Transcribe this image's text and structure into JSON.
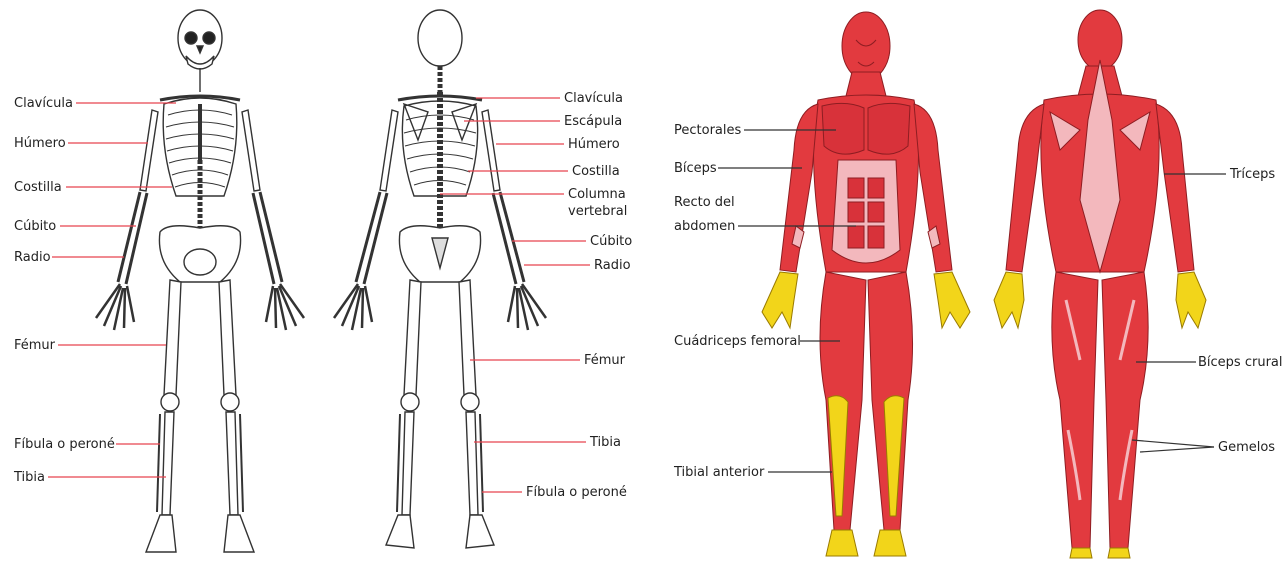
{
  "colors": {
    "leader_line": "#e8434f",
    "muscle": "#e23a3f",
    "muscle_dark": "#b8262c",
    "tendon": "#f3b8bd",
    "yellow": "#f2d51a",
    "bone_stroke": "#333333"
  },
  "skeleton_front": {
    "labels": [
      "Clavícula",
      "Húmero",
      "Costilla",
      "Cúbito",
      "Radio",
      "Fémur",
      "Fíbula o peroné",
      "Tibia"
    ]
  },
  "skeleton_back": {
    "labels": [
      "Clavícula",
      "Escápula",
      "Húmero",
      "Costilla",
      "Columna",
      "vertebral",
      "Cúbito",
      "Radio",
      "Fémur",
      "Tibia",
      "Fíbula o peroné"
    ]
  },
  "muscles_front": {
    "labels": [
      "Pectorales",
      "Bíceps",
      "Recto del",
      "abdomen",
      "Cuádriceps femoral",
      "Tibial anterior"
    ]
  },
  "muscles_back": {
    "labels": [
      "Tríceps",
      "Bíceps crural",
      "Gemelos"
    ]
  }
}
